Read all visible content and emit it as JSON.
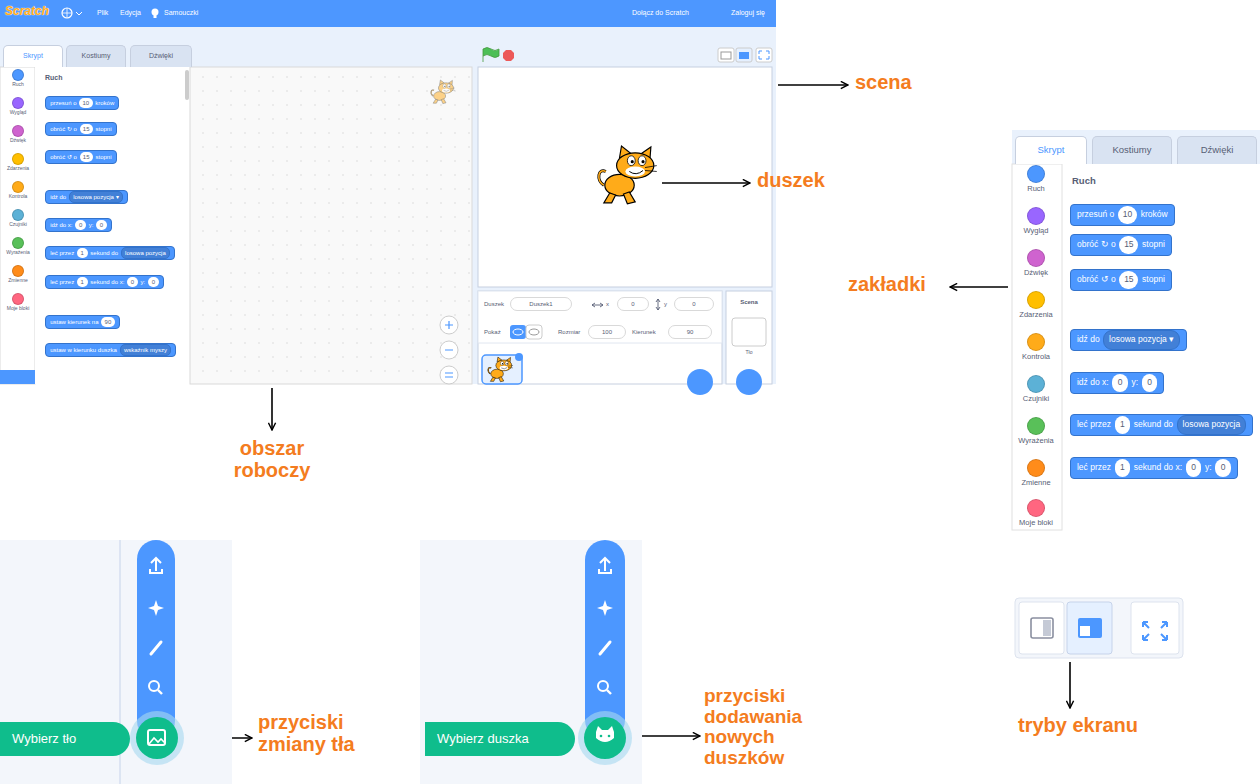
{
  "diagram": {
    "labels": [
      "Scratch",
      "Plik",
      "Edycja",
      "Samouczki",
      "Dołącz do Scratch",
      "Zaloguj się",
      "Skrypt",
      "Kostiumy",
      "Dźwięki",
      "Ruch",
      "Wygląd",
      "Dźwięk",
      "Zdarzenia",
      "Kontrola",
      "Czujniki",
      "Wyrażenia",
      "Zmienne",
      "Moje bloki",
      "Ruch",
      "przesuń o",
      "10",
      "kroków",
      "obróć ↻ o",
      "15",
      "stopni",
      "obróć ↺ o",
      "15",
      "stopni",
      "idź do",
      "losowa pozycja ▾",
      "idź do x:",
      "0",
      "y:",
      "0",
      "leć przez",
      "1",
      "sekund do",
      "losowa pozycja",
      "leć przez",
      "1",
      "sekund do x:",
      "0",
      "y:",
      "0",
      "ustaw kierunek na",
      "90",
      "ustaw w kierunku duszka",
      "wskaźnik myszy",
      "Duszek",
      "Duszek1",
      "x",
      "0",
      "y",
      "0",
      "Pokaż",
      "Rozmiar",
      "100",
      "Kierunek",
      "90",
      "Scena",
      "Tło",
      "scena",
      "duszek",
      "zakładki",
      "obszar roboczy",
      "Skrypt",
      "Kostiumy",
      "Dźwięki",
      "Ruch",
      "Wygląd",
      "Dźwięk",
      "Zdarzenia",
      "Kontrola",
      "Czujniki",
      "Wyrażenia",
      "Zmienne",
      "Moje bloki",
      "Ruch",
      "przesuń o",
      "10",
      "kroków",
      "obróć ↻ o",
      "15",
      "stopni",
      "obróć ↺ o",
      "15",
      "stopni",
      "idź do",
      "losowa pozycja ▾",
      "idź do x:",
      "0",
      "y:",
      "0",
      "leć przez",
      "1",
      "sekund do",
      "losowa pozycja",
      "leć przez",
      "1",
      "sekund do x:",
      "0",
      "y:",
      "0",
      "przyciski zmiany tła",
      "przyciski dodawania nowych duszków",
      "tryby ekranu",
      "Wybierz tło",
      "Wybierz duszka"
    ]
  }
}
